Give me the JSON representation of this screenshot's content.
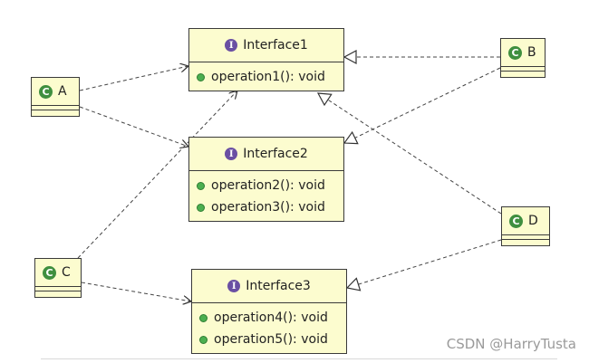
{
  "interfaces": [
    {
      "name": "Interface1",
      "operations": [
        "operation1(): void"
      ]
    },
    {
      "name": "Interface2",
      "operations": [
        "operation2(): void",
        "operation3(): void"
      ]
    },
    {
      "name": "Interface3",
      "operations": [
        "operation4(): void",
        "operation5(): void"
      ]
    }
  ],
  "classes": [
    {
      "name": "A"
    },
    {
      "name": "B"
    },
    {
      "name": "C"
    },
    {
      "name": "D"
    }
  ],
  "icons": {
    "interface": "interface-icon",
    "class": "class-icon",
    "operation": "public-method-icon"
  },
  "colors": {
    "box_fill": "#fcfccf",
    "border": "#3a3a3a",
    "interface_icon": "#6a4fa3",
    "class_icon": "#3f8f3f",
    "method_dot": "#4caf50"
  },
  "watermark": "CSDN @HarryTusta"
}
